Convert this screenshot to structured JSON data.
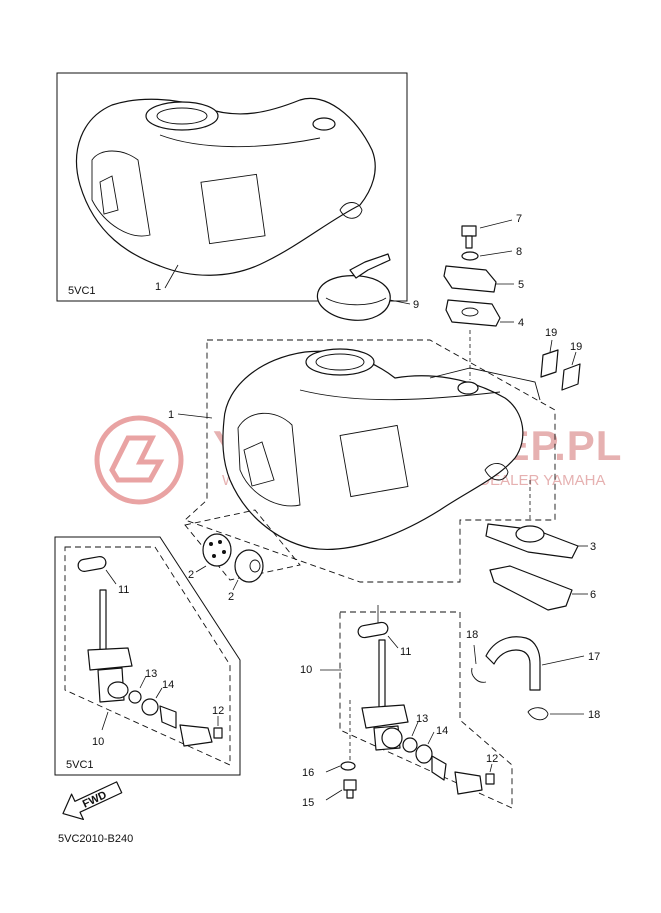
{
  "variant_labels": {
    "top_box": "5VC1",
    "left_box": "5VC1"
  },
  "callouts": [
    {
      "id": "c1a",
      "text": "1"
    },
    {
      "id": "c1b",
      "text": "1"
    },
    {
      "id": "c2a",
      "text": "2"
    },
    {
      "id": "c2b",
      "text": "2"
    },
    {
      "id": "c3",
      "text": "3"
    },
    {
      "id": "c4",
      "text": "4"
    },
    {
      "id": "c5",
      "text": "5"
    },
    {
      "id": "c6",
      "text": "6"
    },
    {
      "id": "c7",
      "text": "7"
    },
    {
      "id": "c8",
      "text": "8"
    },
    {
      "id": "c9",
      "text": "9"
    },
    {
      "id": "c10a",
      "text": "10"
    },
    {
      "id": "c10b",
      "text": "10"
    },
    {
      "id": "c11a",
      "text": "11"
    },
    {
      "id": "c11b",
      "text": "11"
    },
    {
      "id": "c12a",
      "text": "12"
    },
    {
      "id": "c12b",
      "text": "12"
    },
    {
      "id": "c13a",
      "text": "13"
    },
    {
      "id": "c13b",
      "text": "13"
    },
    {
      "id": "c14a",
      "text": "14"
    },
    {
      "id": "c14b",
      "text": "14"
    },
    {
      "id": "c15",
      "text": "15"
    },
    {
      "id": "c16",
      "text": "16"
    },
    {
      "id": "c17",
      "text": "17"
    },
    {
      "id": "c18a",
      "text": "18"
    },
    {
      "id": "c18b",
      "text": "18"
    },
    {
      "id": "c19a",
      "text": "19"
    },
    {
      "id": "c19b",
      "text": "19"
    }
  ],
  "fwd_label": "FWD",
  "diagram_code": "5VC2010-B240",
  "watermark": {
    "brand": "YAMAHA-SKLEP.PL",
    "tagline": "WWW.YAMAHA-SKLEP.PL | EXPERT DEALER YAMAHA"
  },
  "colors": {
    "line": "#111111",
    "watermark": "#e6b1b1"
  }
}
